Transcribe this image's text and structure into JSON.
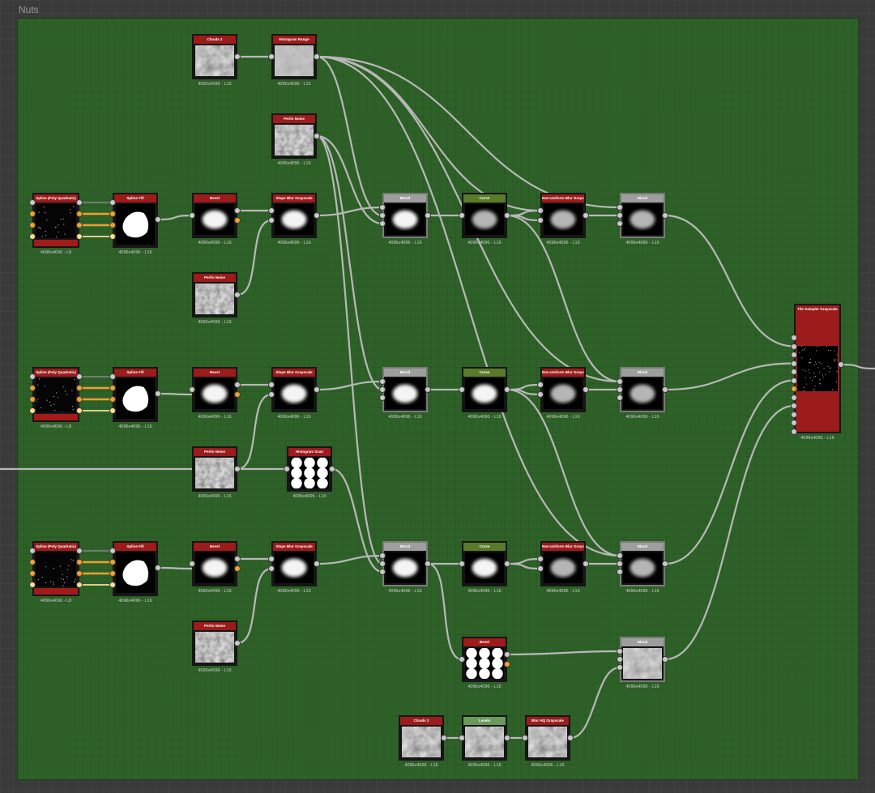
{
  "frame": {
    "title": "Nuts"
  },
  "colors": {
    "header_red": "#9c1b1b",
    "header_gray": "#9e9e9e",
    "header_olive": "#5b7a2a",
    "header_green": "#6a9a5a",
    "frame_green": "#2e6128",
    "wire": "#b8b8b8",
    "wire_orange": "#f0a030",
    "wire_yellow": "#f5e090"
  },
  "nodes": [
    {
      "title": "Clouds 2",
      "res": "4096x4096 - L16",
      "header": "red",
      "thumb": "clouds"
    },
    {
      "title": "Histogram Range",
      "res": "4096x4096 - L16",
      "header": "red",
      "thumb": "clouds_light"
    },
    {
      "title": "Perlin Noise",
      "res": "4096x4096 - L16",
      "header": "red",
      "thumb": "perlin"
    },
    {
      "title": "Spline (Poly Quadratic)",
      "res": "4096x4096 - L8",
      "header": "red",
      "thumb": "dots"
    },
    {
      "title": "Spline Fill",
      "res": "4096x4096 - L16",
      "header": "red",
      "thumb": "shape"
    },
    {
      "title": "Bevel",
      "res": "4096x4096 - L16",
      "header": "red",
      "thumb": "soft"
    },
    {
      "title": "Slope Blur Grayscale",
      "res": "4096x4096 - L16",
      "header": "red",
      "thumb": "soft"
    },
    {
      "title": "Perlin Noise",
      "res": "4096x4096 - L16",
      "header": "red",
      "thumb": "perlin"
    },
    {
      "title": "Blend",
      "res": "4096x4096 - L16",
      "header": "gray",
      "thumb": "soft"
    },
    {
      "title": "Curve",
      "res": "4096x4096 - L16",
      "header": "olive",
      "thumb": "soft_gray"
    },
    {
      "title": "Non-Uniform Blur Greys...",
      "res": "4096x4096 - L16",
      "header": "red",
      "thumb": "soft_gray"
    },
    {
      "title": "Blend",
      "res": "4096x4096 - L16",
      "header": "gray",
      "thumb": "soft_gray"
    },
    {
      "title": "Spline (Poly Quadratic)",
      "res": "4096x4096 - L8",
      "header": "red",
      "thumb": "dots"
    },
    {
      "title": "Spline Fill",
      "res": "4096x4096 - L16",
      "header": "red",
      "thumb": "shape"
    },
    {
      "title": "Bevel",
      "res": "4096x4096 - L16",
      "header": "red",
      "thumb": "soft"
    },
    {
      "title": "Slope Blur Grayscale",
      "res": "4096x4096 - L16",
      "header": "red",
      "thumb": "soft"
    },
    {
      "title": "Blend",
      "res": "4096x4096 - L16",
      "header": "gray",
      "thumb": "soft"
    },
    {
      "title": "Curve",
      "res": "4096x4096 - L16",
      "header": "olive",
      "thumb": "soft"
    },
    {
      "title": "Non-Uniform Blur Greys...",
      "res": "4096x4096 - L16",
      "header": "red",
      "thumb": "soft_gray"
    },
    {
      "title": "Blend",
      "res": "4096x4096 - L16",
      "header": "gray",
      "thumb": "soft_gray"
    },
    {
      "title": "Perlin Noise",
      "res": "4096x4096 - L16",
      "header": "red",
      "thumb": "perlin"
    },
    {
      "title": "Histogram Scan",
      "res": "4096x4096 - L16",
      "header": "red",
      "thumb": "circles"
    },
    {
      "title": "Spline (Poly Quadratic)",
      "res": "4096x4096 - L8",
      "header": "red",
      "thumb": "dots"
    },
    {
      "title": "Spline Fill",
      "res": "4096x4096 - L16",
      "header": "red",
      "thumb": "shape"
    },
    {
      "title": "Bevel",
      "res": "4096x4096 - L16",
      "header": "red",
      "thumb": "soft"
    },
    {
      "title": "Slope Blur Grayscale",
      "res": "4096x4096 - L16",
      "header": "red",
      "thumb": "soft"
    },
    {
      "title": "Perlin Noise",
      "res": "4096x4096 - L16",
      "header": "red",
      "thumb": "perlin"
    },
    {
      "title": "Blend",
      "res": "4096x4096 - L16",
      "header": "gray",
      "thumb": "soft"
    },
    {
      "title": "Curve",
      "res": "4096x4096 - L16",
      "header": "olive",
      "thumb": "soft"
    },
    {
      "title": "Non-Uniform Blur Greys...",
      "res": "4096x4096 - L16",
      "header": "red",
      "thumb": "soft_gray"
    },
    {
      "title": "Blend",
      "res": "4096x4096 - L16",
      "header": "gray",
      "thumb": "soft_gray"
    },
    {
      "title": "Bevel",
      "res": "4096x4096 - L16",
      "header": "red",
      "thumb": "circles"
    },
    {
      "title": "Blend",
      "res": "4096x4096 - L16",
      "header": "gray",
      "thumb": "splotch"
    },
    {
      "title": "Clouds 2",
      "res": "4096x4096 - L16",
      "header": "red",
      "thumb": "clouds"
    },
    {
      "title": "Levels",
      "res": "4096x4096 - L16",
      "header": "green",
      "thumb": "clouds"
    },
    {
      "title": "Blur HQ Grayscale",
      "res": "4096x4096 - L16",
      "header": "red",
      "thumb": "clouds"
    },
    {
      "title": "Tile Sampler Grayscale",
      "res": "4096x4096 - L16",
      "header": "red",
      "thumb": "stars"
    }
  ]
}
